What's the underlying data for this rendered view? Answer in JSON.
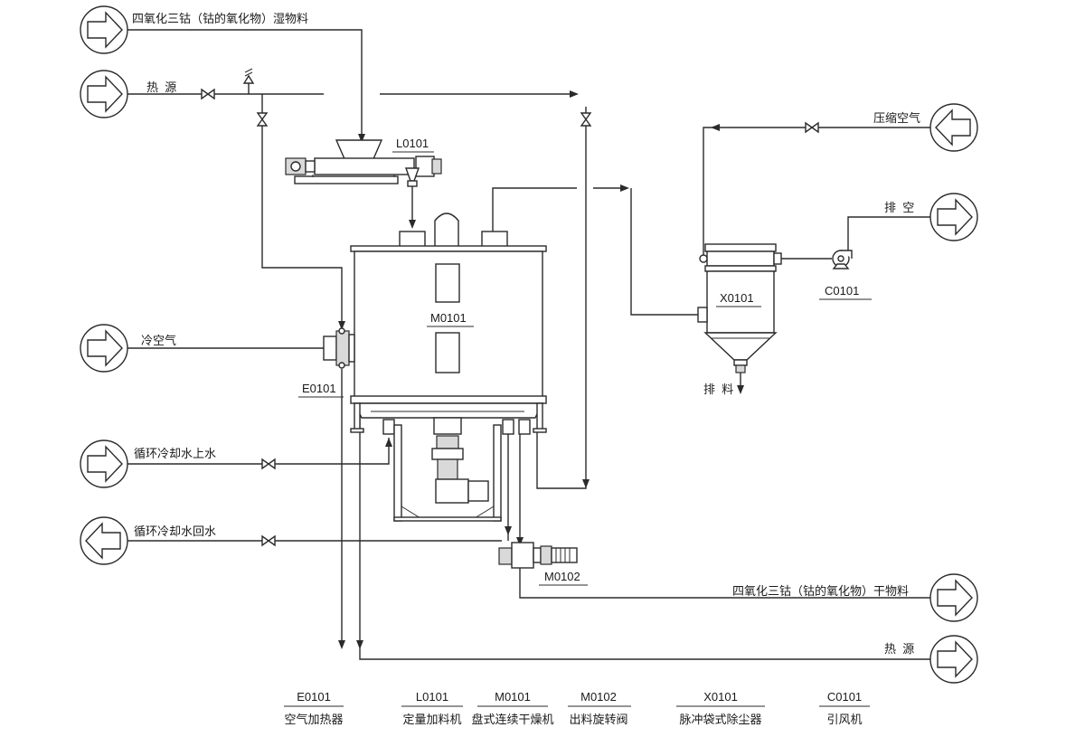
{
  "streams": {
    "wet_feed": "四氧化三钴（钴的氧化物）湿物料",
    "heat_source_in": "热  源",
    "cold_air": "冷空气",
    "cooling_water_supply": "循环冷却水上水",
    "cooling_water_return": "循环冷却水回水",
    "compressed_air": "压缩空气",
    "vent": "排  空",
    "dry_product": "四氧化三钴（钴的氧化物）干物料",
    "heat_source_out": "热  源",
    "discharge": "排  料"
  },
  "equipment_tags": {
    "l0101": "L0101",
    "m0101": "M0101",
    "e0101": "E0101",
    "x0101": "X0101",
    "c0101": "C0101",
    "m0102": "M0102"
  },
  "legend": [
    {
      "tag": "E0101",
      "name": "空气加热器"
    },
    {
      "tag": "L0101",
      "name": "定量加料机"
    },
    {
      "tag": "M0101",
      "name": "盘式连续干燥机"
    },
    {
      "tag": "M0102",
      "name": "出料旋转阀"
    },
    {
      "tag": "X0101",
      "name": "脉冲袋式除尘器"
    },
    {
      "tag": "C0101",
      "name": "引风机"
    }
  ]
}
